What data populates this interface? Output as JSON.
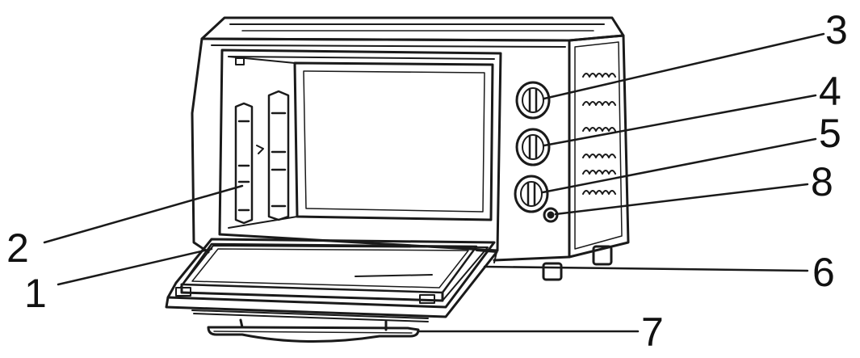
{
  "diagram": {
    "subject": "toaster-oven",
    "callouts": [
      {
        "id": "c1",
        "label": "1"
      },
      {
        "id": "c2",
        "label": "2"
      },
      {
        "id": "c3",
        "label": "3"
      },
      {
        "id": "c4",
        "label": "4"
      },
      {
        "id": "c5",
        "label": "5"
      },
      {
        "id": "c6",
        "label": "6"
      },
      {
        "id": "c7",
        "label": "7"
      },
      {
        "id": "c8",
        "label": "8"
      }
    ],
    "colors": {
      "line": "#1a1a1a",
      "background": "#ffffff"
    }
  }
}
